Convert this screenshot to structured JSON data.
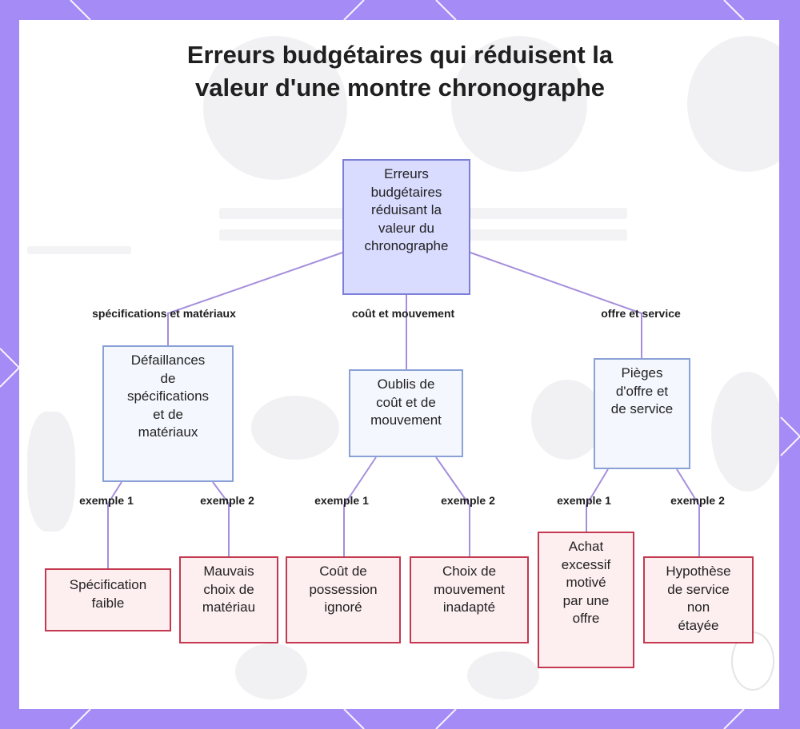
{
  "title": {
    "line1": "Erreurs budgétaires qui réduisent la",
    "line2": "valeur d'une montre chronographe"
  },
  "root": {
    "lines": [
      "Erreurs",
      "budgétaires",
      "réduisant la",
      "valeur du",
      "chronographe"
    ]
  },
  "branches": [
    {
      "edge_label": "spécifications et matériaux",
      "lines": [
        "Défaillances",
        "de",
        "spécifications",
        "et de",
        "matériaux"
      ],
      "examples": [
        {
          "edge_label": "exemple 1",
          "lines": [
            "Spécification",
            "faible"
          ]
        },
        {
          "edge_label": "exemple 2",
          "lines": [
            "Mauvais",
            "choix de",
            "matériau"
          ]
        }
      ]
    },
    {
      "edge_label": "coût et mouvement",
      "lines": [
        "Oublis de",
        "coût et de",
        "mouvement"
      ],
      "examples": [
        {
          "edge_label": "exemple 1",
          "lines": [
            "Coût de",
            "possession",
            "ignoré"
          ]
        },
        {
          "edge_label": "exemple 2",
          "lines": [
            "Choix de",
            "mouvement",
            "inadapté"
          ]
        }
      ]
    },
    {
      "edge_label": "offre et service",
      "lines": [
        "Pièges",
        "d'offre et",
        "de service"
      ],
      "examples": [
        {
          "edge_label": "exemple 1",
          "lines": [
            "Achat",
            "excessif",
            "motivé",
            "par une",
            "offre"
          ]
        },
        {
          "edge_label": "exemple 2",
          "lines": [
            "Hypothèse",
            "de service",
            "non",
            "étayée"
          ]
        }
      ]
    }
  ],
  "colors": {
    "frame": "#a48bf5",
    "edge": "#a58fdc",
    "root_fill": "#d9dbff",
    "mid_fill": "#f5f7ff",
    "leaf_fill": "#fdeef0",
    "leaf_border": "#c4394f"
  }
}
